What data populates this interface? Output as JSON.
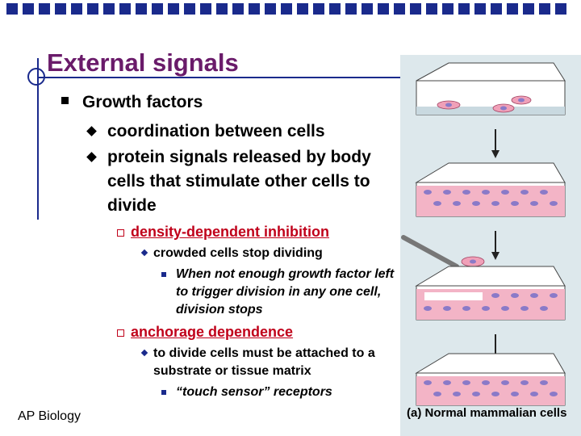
{
  "slide": {
    "title": "External signals",
    "footer": "AP Biology"
  },
  "bullets": {
    "growth_factors": "Growth factors",
    "coordination": "coordination between cells",
    "protein_signals": "protein signals released by body cells that stimulate other cells to divide",
    "density_dependent": "density-dependent inhibition",
    "crowded": "crowded cells stop dividing",
    "not_enough": "When not enough growth factor left to trigger division in any one cell, division stops",
    "anchorage": "anchorage dependence",
    "attached": "to divide cells must be attached to a substrate or tissue matrix",
    "touch_sensor": "“touch sensor” receptors"
  },
  "figure": {
    "caption": "(a) Normal mammalian cells"
  },
  "colors": {
    "title": "#6a1b6a",
    "accent_blue": "#1a2a8c",
    "subheading_red": "#c0001a",
    "cell_pink": "#f0a0b8",
    "nucleus_purple": "#8a7ac8",
    "dish_bg": "#dde8ec"
  }
}
